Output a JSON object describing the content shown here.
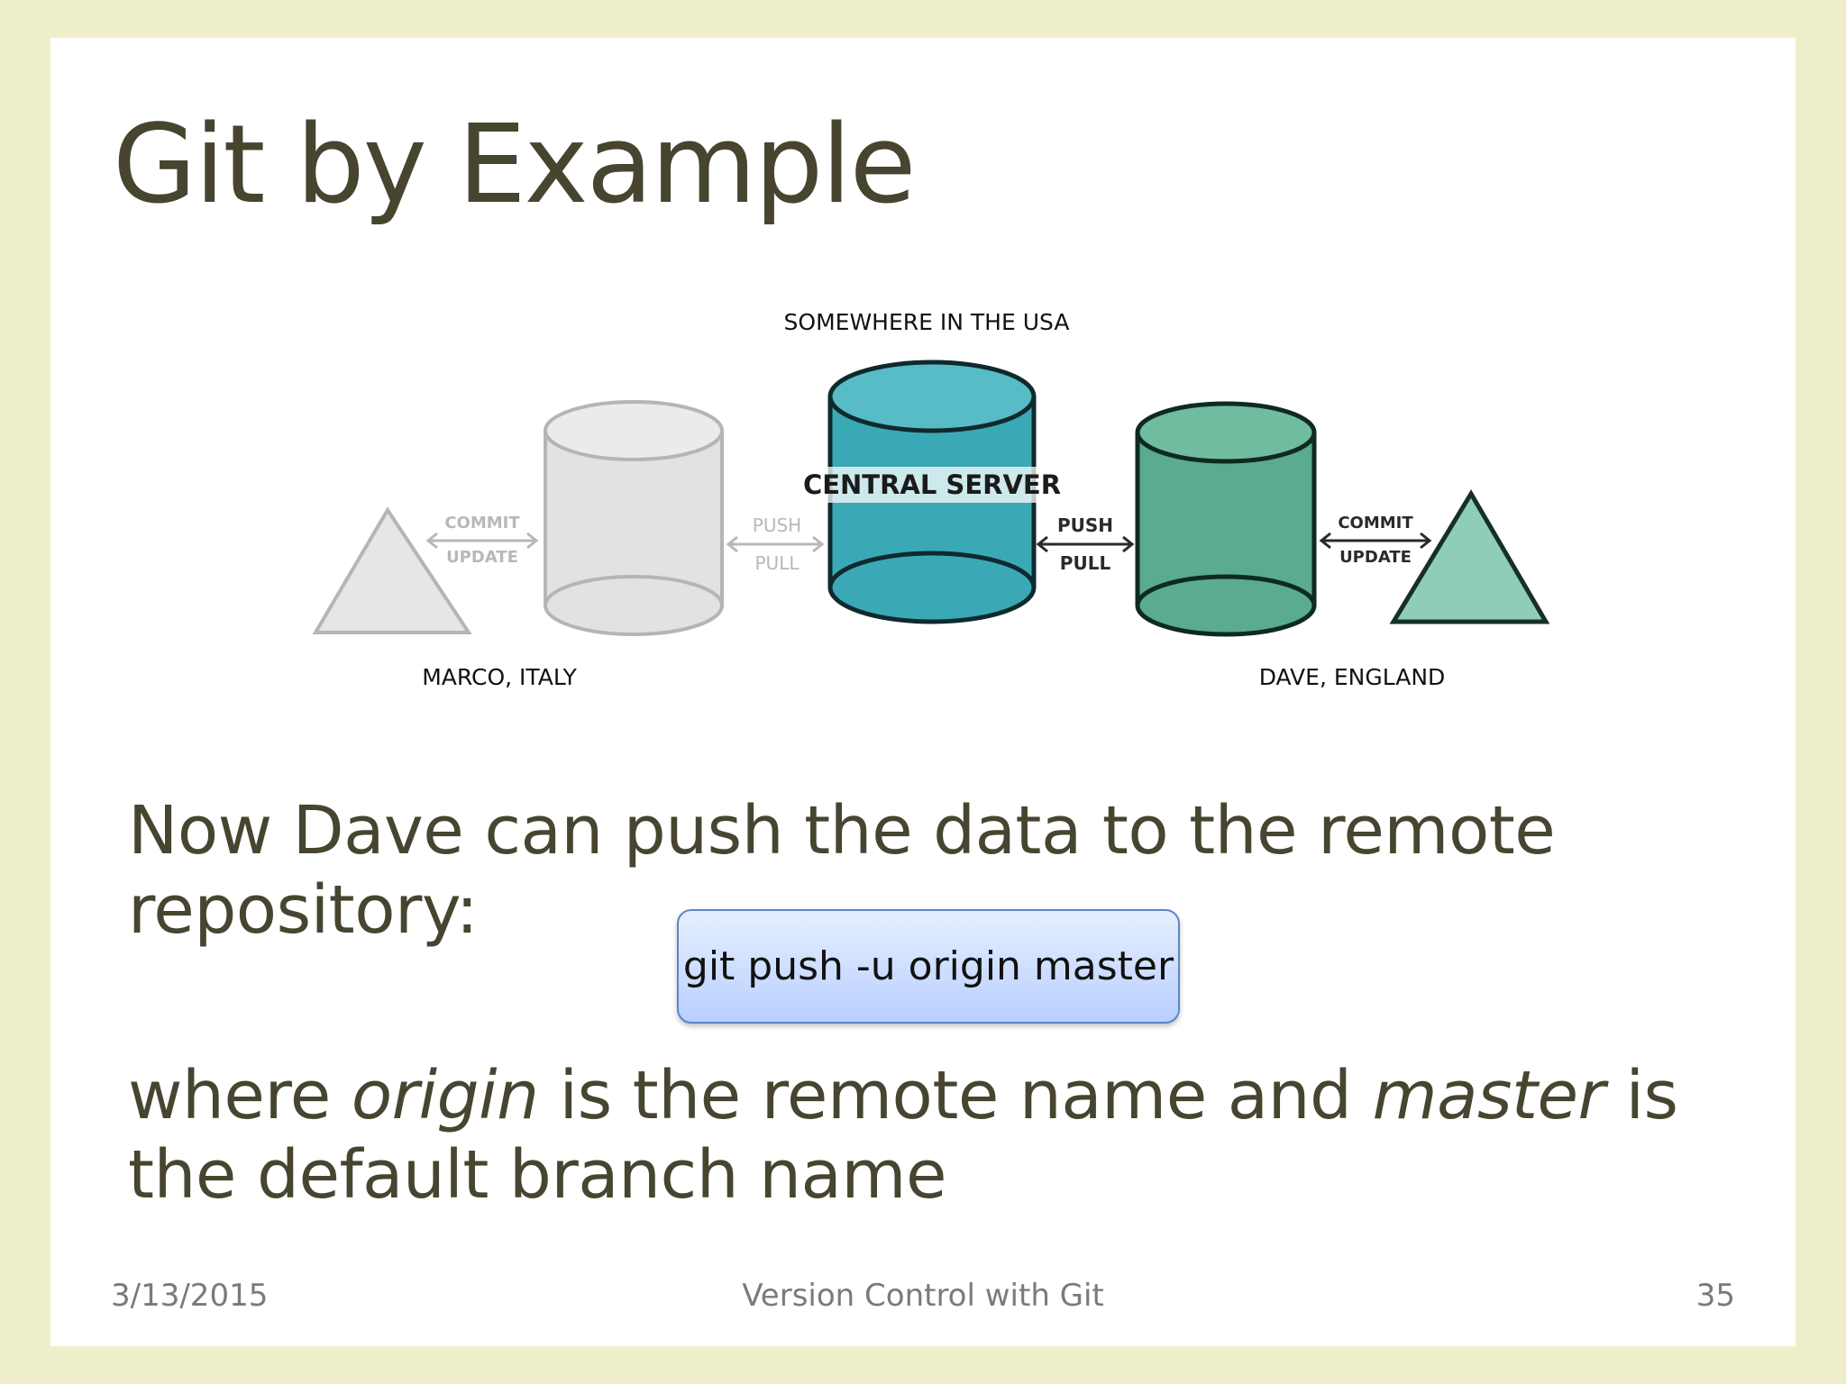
{
  "slide": {
    "title": "Git by Example",
    "diagram": {
      "top_label": "SOMEWHERE IN THE USA",
      "server_label": "CENTRAL SERVER",
      "left_location": "MARCO, ITALY",
      "right_location": "DAVE, ENGLAND",
      "left_commit": "COMMIT",
      "left_update": "UPDATE",
      "left_push": "PUSH",
      "left_pull": "PULL",
      "right_push": "PUSH",
      "right_pull": "PULL",
      "right_commit": "COMMIT",
      "right_update": "UPDATE",
      "colors": {
        "server": "#3aa9b5",
        "dave_repo": "#5aab8f",
        "dave_triangle": "#8fcdb8",
        "marco": "#e2e2e2"
      }
    },
    "paragraph1": "Now Dave can push the data to the remote repository:",
    "command": "git push -u origin master",
    "paragraph2": {
      "t1": "where ",
      "origin": "origin",
      "t2": " is the remote name and ",
      "master": "master",
      "t3": " is the default branch name"
    },
    "footer": {
      "date": "3/13/2015",
      "center": "Version Control with Git",
      "page": "35"
    }
  }
}
